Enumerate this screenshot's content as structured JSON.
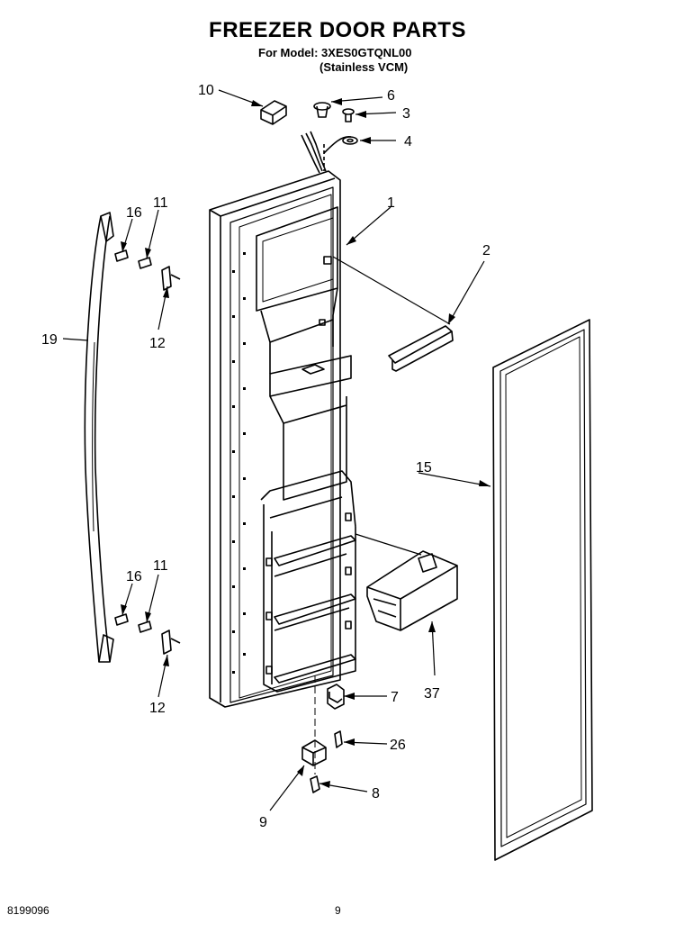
{
  "header": {
    "title": "FREEZER DOOR PARTS",
    "model_line": "For Model: 3XES0GTQNL00",
    "variant_line": "(Stainless VCM)"
  },
  "footer": {
    "doc_number": "8199096",
    "page_number": "9"
  },
  "callouts": {
    "c1": "1",
    "c2": "2",
    "c3": "3",
    "c4": "4",
    "c6": "6",
    "c7": "7",
    "c8": "8",
    "c9": "9",
    "c10": "10",
    "c11a": "11",
    "c11b": "11",
    "c12a": "12",
    "c12b": "12",
    "c15": "15",
    "c16a": "16",
    "c16b": "16",
    "c19": "19",
    "c26": "26",
    "c37": "37"
  }
}
